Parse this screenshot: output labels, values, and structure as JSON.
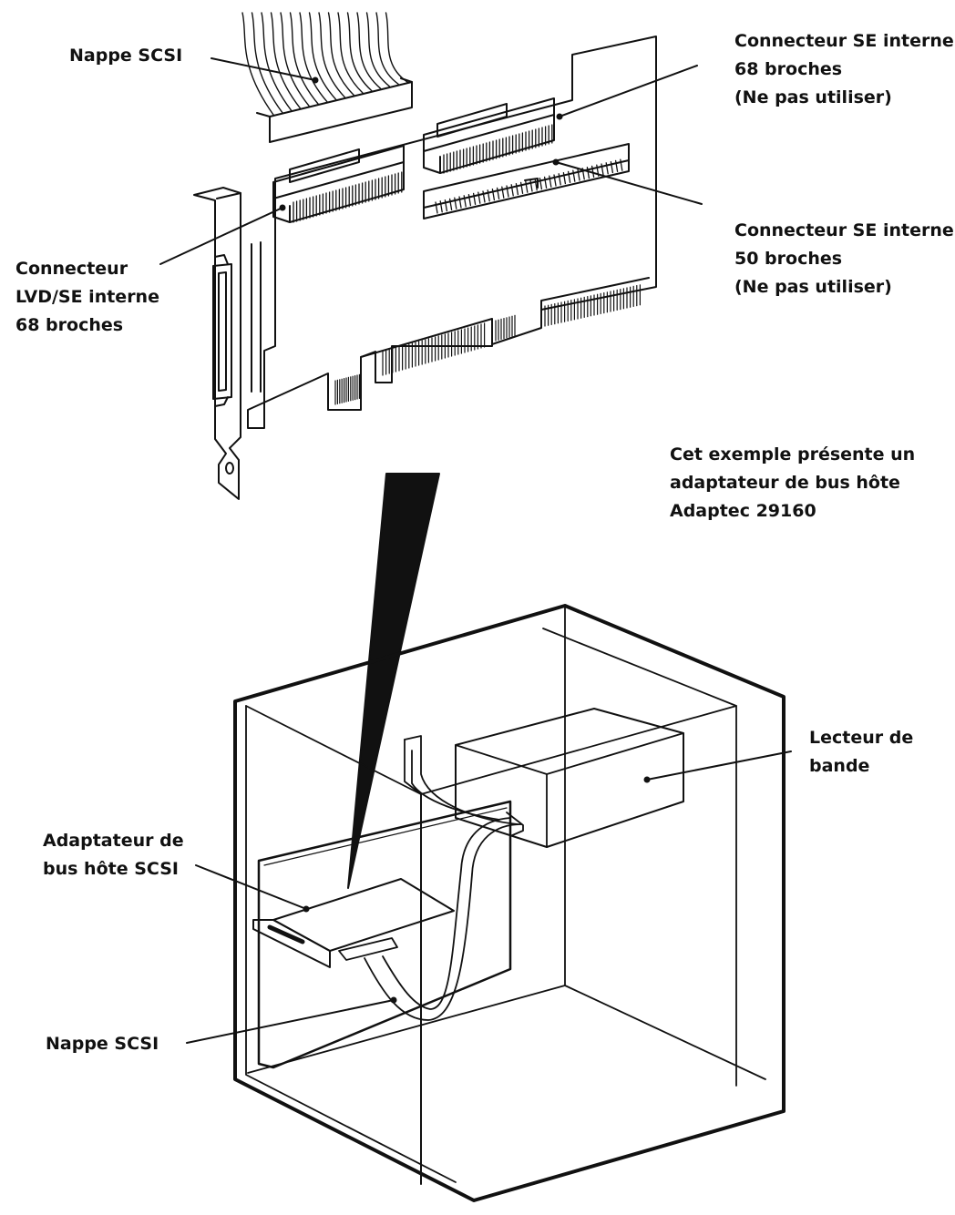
{
  "labels": {
    "nappe_top": [
      "Nappe SCSI"
    ],
    "conn_se68": [
      "Connecteur SE interne",
      "68 broches",
      "(Ne pas utiliser)"
    ],
    "conn_se50": [
      "Connecteur SE interne",
      "50 broches",
      "(Ne pas utiliser)"
    ],
    "conn_lvd": [
      "Connecteur",
      "LVD/SE interne",
      "68 broches"
    ],
    "example_note": [
      "Cet exemple présente un",
      "adaptateur de bus hôte",
      "Adaptec 29160"
    ],
    "lecteur": [
      "Lecteur de",
      "bande"
    ],
    "adaptateur": [
      "Adaptateur de",
      "bus hôte SCSI"
    ],
    "nappe_bottom": [
      "Nappe SCSI"
    ]
  },
  "colors": {
    "ink": "#111111",
    "background": "#ffffff"
  }
}
